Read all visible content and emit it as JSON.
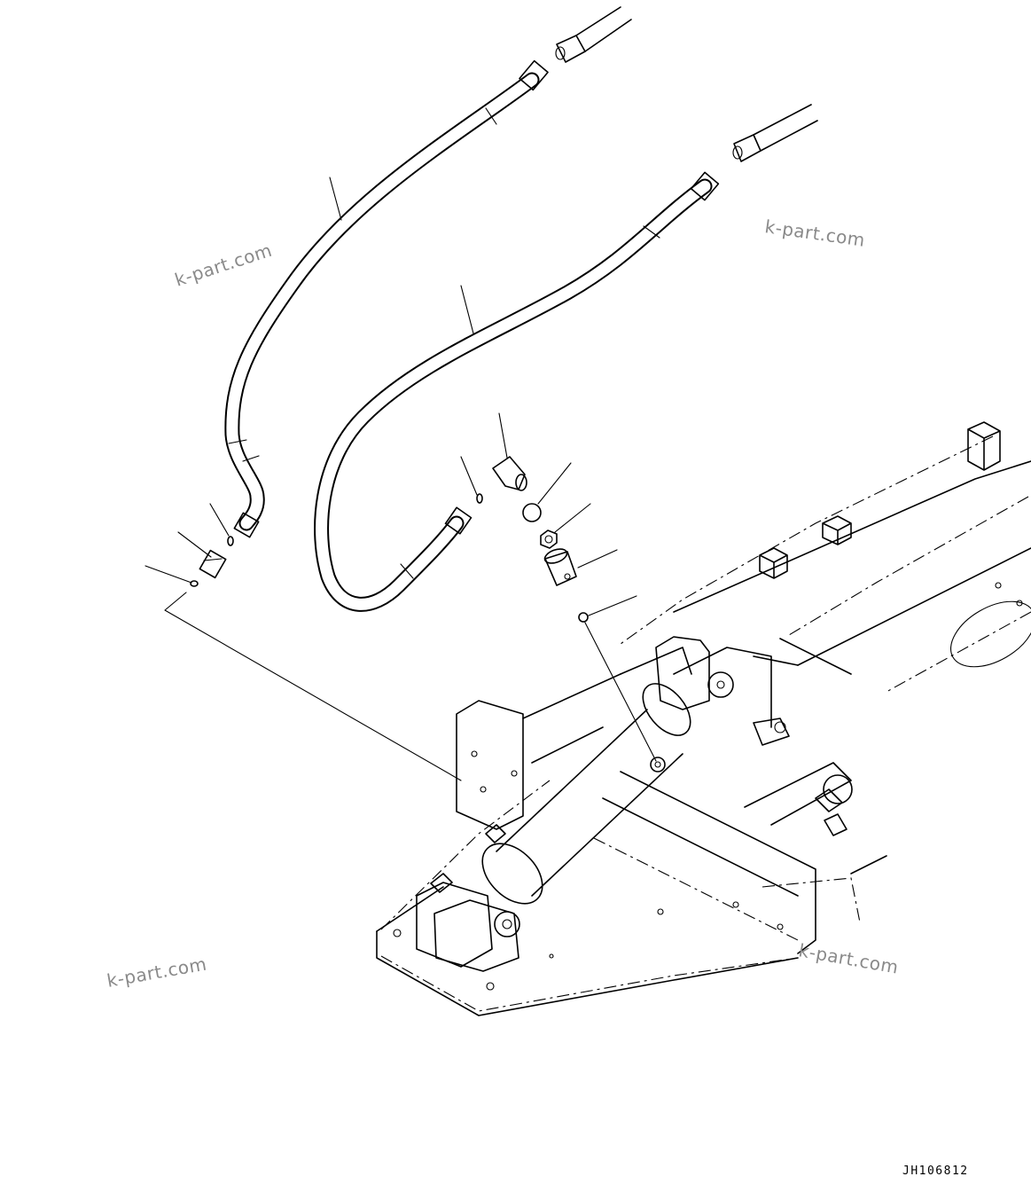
{
  "drawing": {
    "code": "JH106812",
    "watermarks": [
      "k-part.com",
      "k-part.com",
      "k-part.com",
      "k-part.com"
    ]
  },
  "parts": [
    {
      "id": "hose-a",
      "icon": "hydraulic-hose-icon"
    },
    {
      "id": "hose-b",
      "icon": "hydraulic-hose-icon"
    },
    {
      "id": "elbow-fitting",
      "icon": "elbow-fitting-icon"
    },
    {
      "id": "o-ring-large",
      "icon": "o-ring-icon"
    },
    {
      "id": "nut",
      "icon": "nut-icon"
    },
    {
      "id": "grease-fitting-body",
      "icon": "fitting-body-icon"
    },
    {
      "id": "o-ring-small",
      "icon": "o-ring-icon"
    },
    {
      "id": "union-fitting",
      "icon": "union-fitting-icon"
    },
    {
      "id": "o-ring-left",
      "icon": "o-ring-icon"
    }
  ],
  "colors": {
    "line": "#000000",
    "watermark": "#8a8a8a",
    "background": "#ffffff"
  }
}
